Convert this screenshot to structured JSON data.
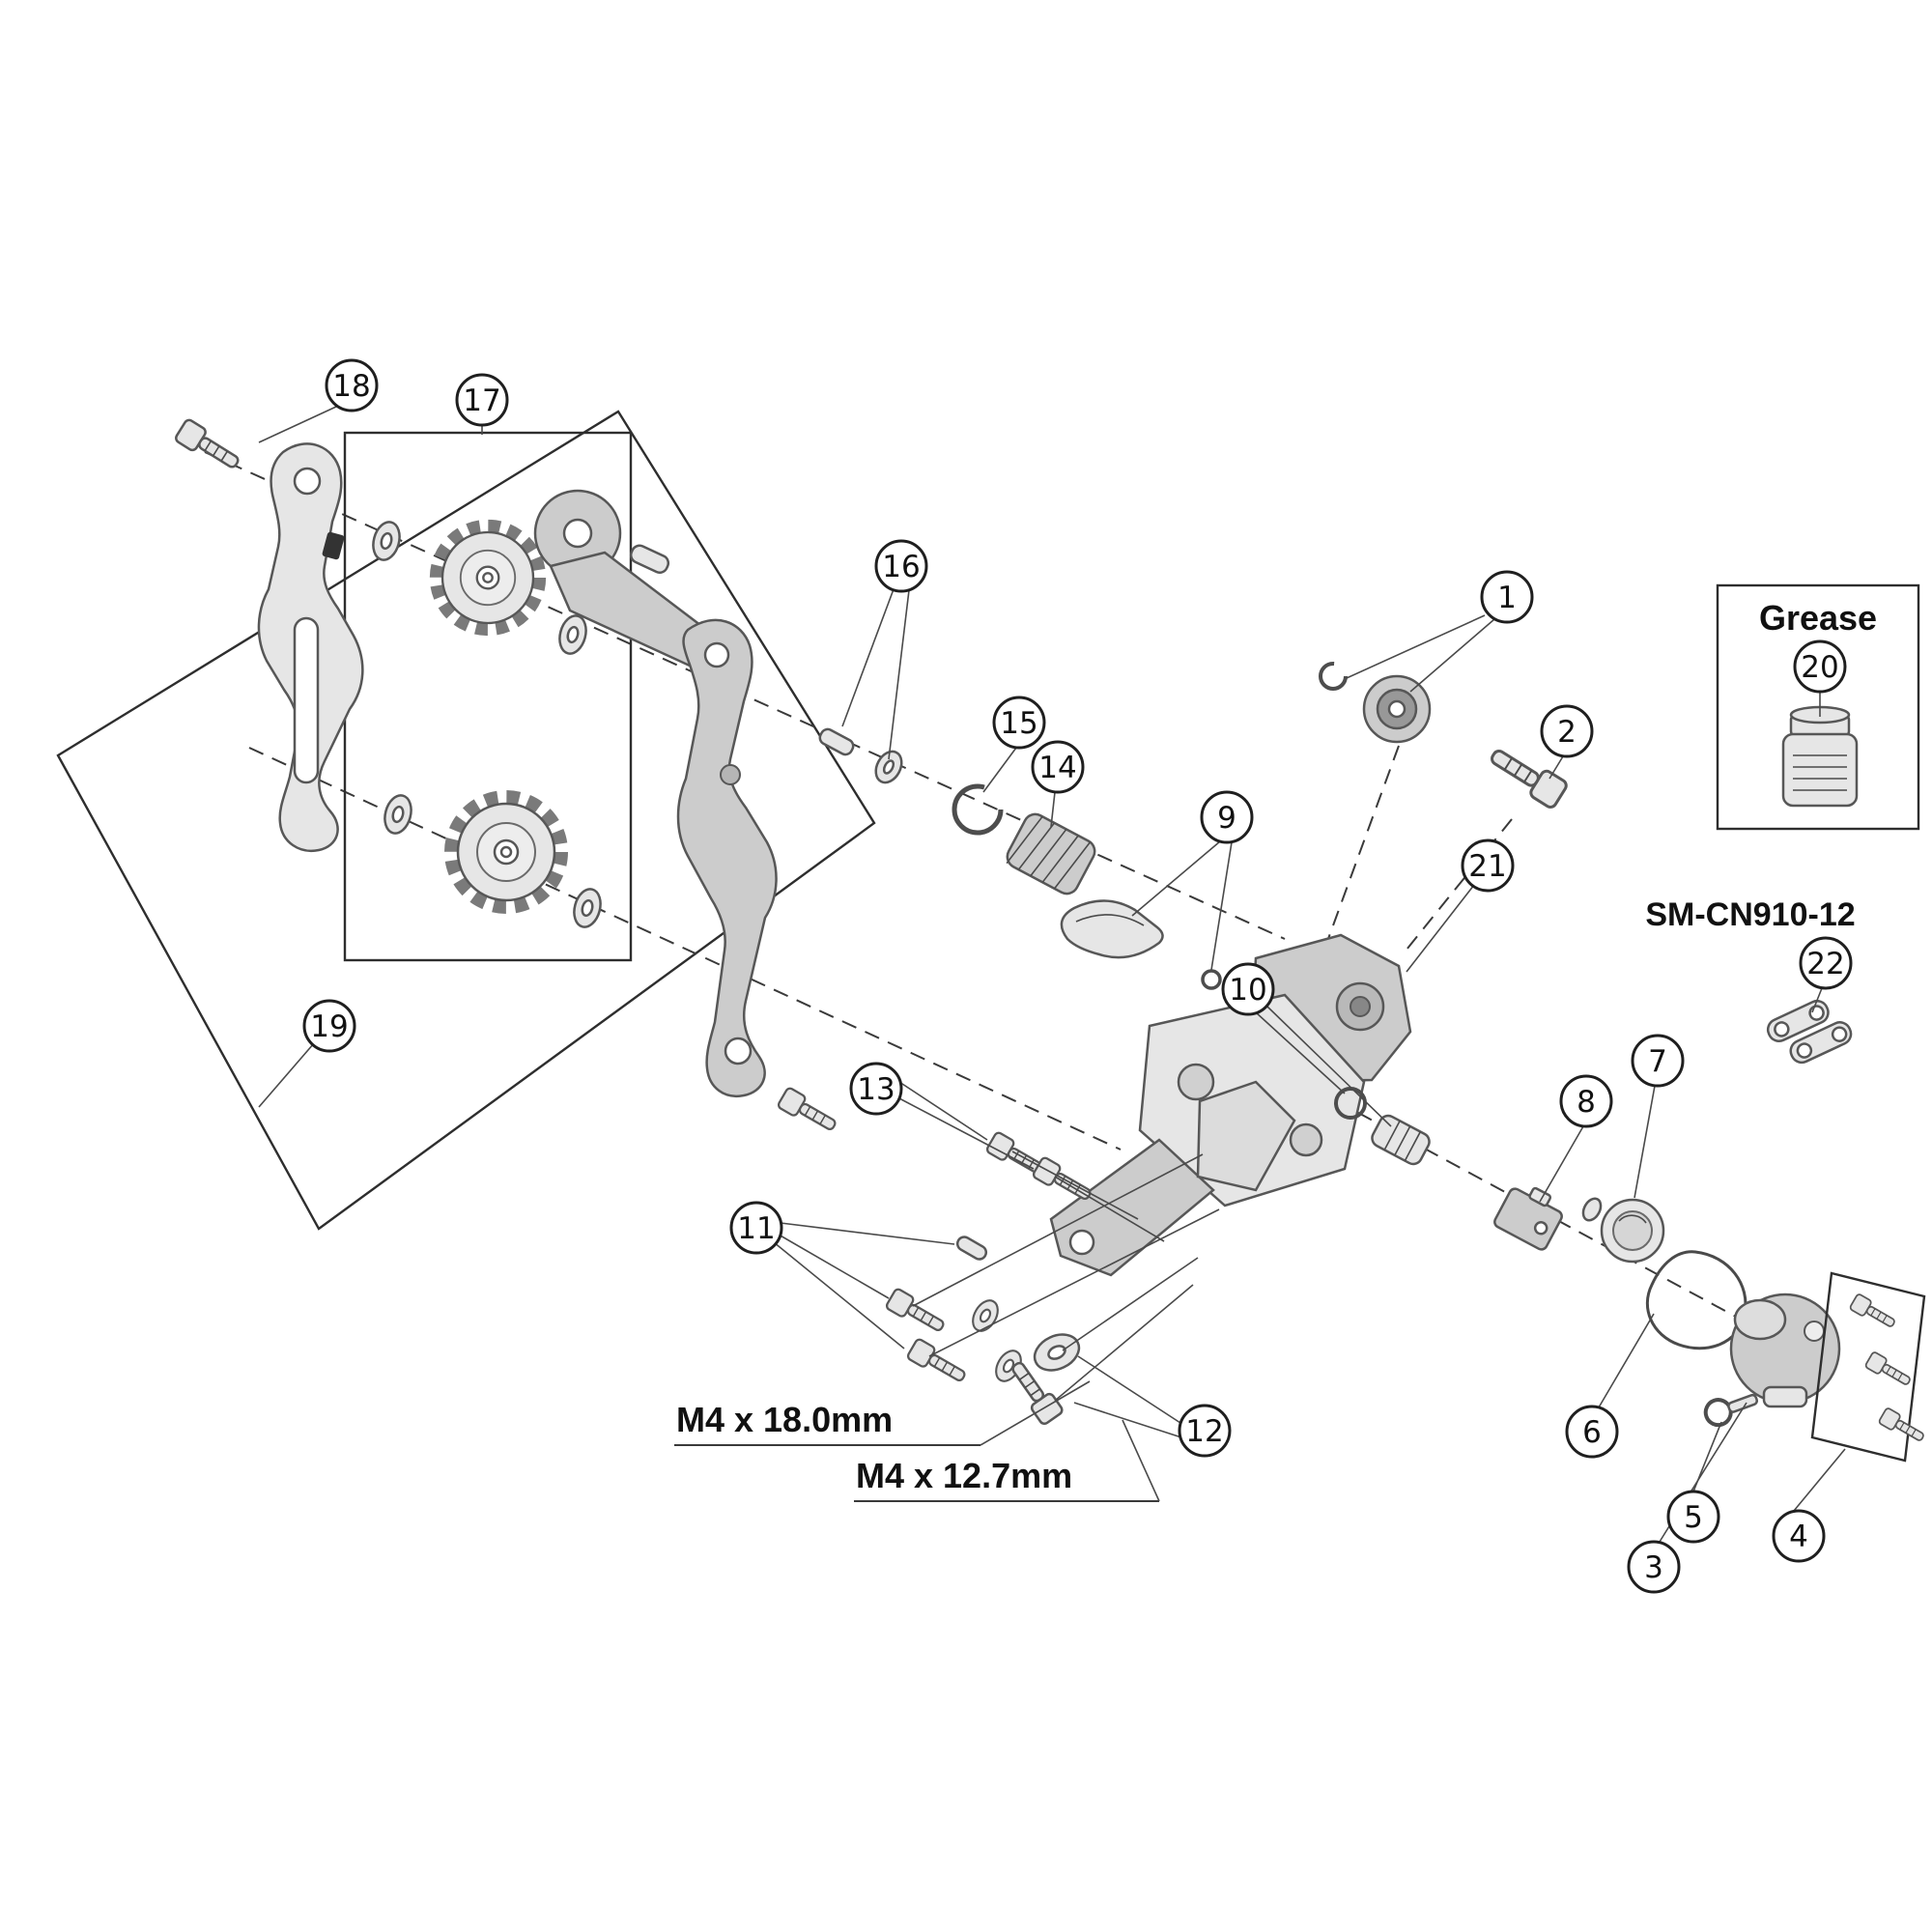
{
  "page": {
    "background": "#ffffff"
  },
  "colors": {
    "line": "#3a3a3a",
    "part_fill": "#e6e6e6",
    "part_fill_dark": "#cccccc"
  },
  "labels": {
    "grease": "Grease",
    "chain_model": "SM-CN910-12",
    "bolt_spec_long": "M4 x 18.0mm",
    "bolt_spec_short": "M4 x 12.7mm"
  },
  "callouts": {
    "c1": "1",
    "c2": "2",
    "c3": "3",
    "c4": "4",
    "c5": "5",
    "c6": "6",
    "c7": "7",
    "c8": "8",
    "c9": "9",
    "c10": "10",
    "c11": "11",
    "c12": "12",
    "c13": "13",
    "c14": "14",
    "c15": "15",
    "c16": "16",
    "c17": "17",
    "c18": "18",
    "c19": "19",
    "c20": "20",
    "c21": "21",
    "c22": "22"
  }
}
